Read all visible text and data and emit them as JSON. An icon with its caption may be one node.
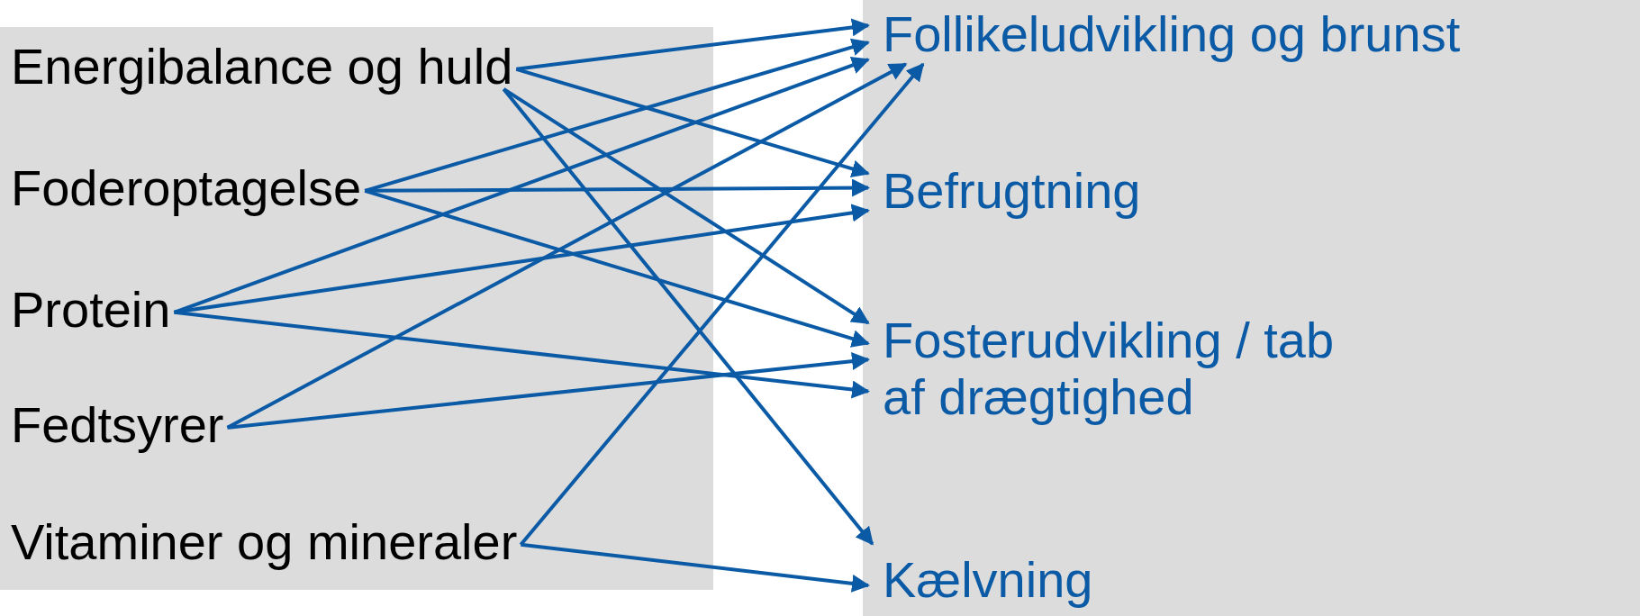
{
  "diagram": {
    "nodes": [
      {
        "text": [
          "Energibalance og huld"
        ]
      },
      {
        "text": [
          "Foderoptagelse"
        ]
      },
      {
        "text": [
          "Protein"
        ]
      },
      {
        "text": [
          "Fedtsyrer"
        ]
      },
      {
        "text": [
          "Vitaminer og mineraler"
        ]
      },
      {
        "text": [
          "Follikeludvikling og brunst"
        ]
      },
      {
        "text": [
          "Befrugtning"
        ]
      },
      {
        "text": [
          "Fosterudvikling / tab af drægtighed"
        ]
      },
      {
        "text": [
          "Kælvning"
        ]
      }
    ],
    "edges": [
      {
        "from": 0,
        "to": 5,
        "arrow": "to"
      },
      {
        "from": 0,
        "to": 6,
        "arrow": "to"
      },
      {
        "from": 0,
        "to": 7,
        "arrow": "to"
      },
      {
        "from": 0,
        "to": 8,
        "arrow": "to"
      },
      {
        "from": 1,
        "to": 5,
        "arrow": "to"
      },
      {
        "from": 1,
        "to": 6,
        "arrow": "to"
      },
      {
        "from": 1,
        "to": 7,
        "arrow": "to"
      },
      {
        "from": 2,
        "to": 5,
        "arrow": "to"
      },
      {
        "from": 2,
        "to": 6,
        "arrow": "to"
      },
      {
        "from": 2,
        "to": 7,
        "arrow": "to"
      },
      {
        "from": 3,
        "to": 5,
        "arrow": "to"
      },
      {
        "from": 3,
        "to": 7,
        "arrow": "to"
      },
      {
        "from": 4,
        "to": 5,
        "arrow": "to"
      },
      {
        "from": 4,
        "to": 8,
        "arrow": "to"
      }
    ]
  }
}
